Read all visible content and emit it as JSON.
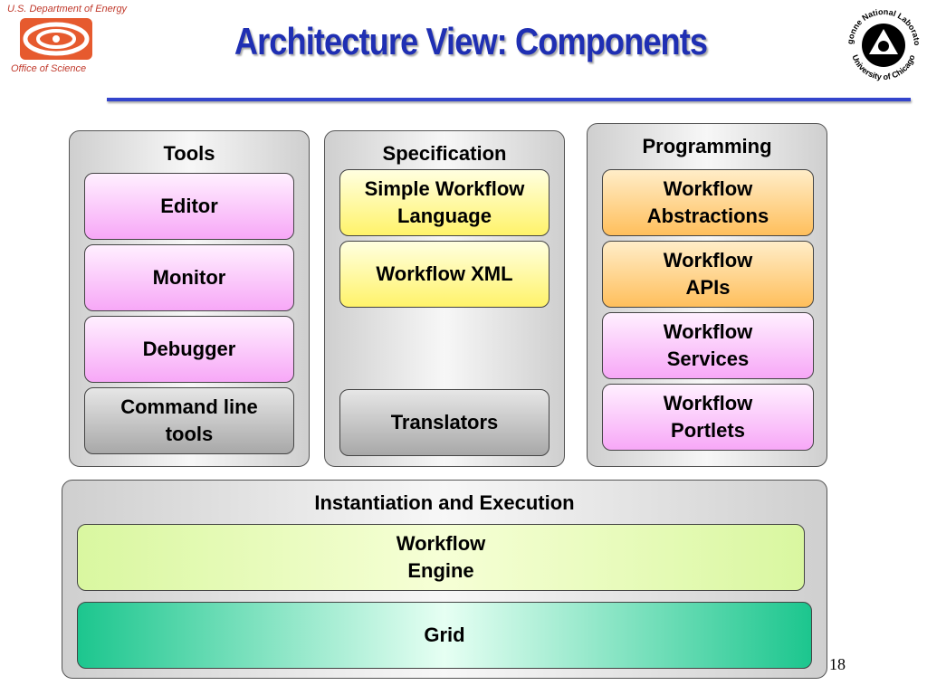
{
  "header": {
    "doe_top": "U.S. Department of Energy",
    "doe_bottom": "Office of Science",
    "title": "Architecture View: Components",
    "anl_ring_top": "Argonne National Laboratory",
    "anl_ring_bottom": "University of Chicago"
  },
  "panels": {
    "tools": {
      "title": "Tools",
      "items": [
        "Editor",
        "Monitor",
        "Debugger",
        "Command line tools"
      ]
    },
    "specification": {
      "title": "Specification",
      "items": [
        "Simple Workflow Language",
        "Workflow XML",
        "Translators"
      ]
    },
    "programming": {
      "title": "Programming",
      "items": [
        "Workflow Abstractions",
        "Workflow APIs",
        "Workflow Services",
        "Workflow Portlets"
      ]
    },
    "execution": {
      "title": "Instantiation and Execution",
      "items": [
        "Workflow Engine",
        "Grid"
      ]
    }
  },
  "colors": {
    "title": "#1f2fb3",
    "pink": "#f7a8f7",
    "gray": "#a8a8a8",
    "yellow": "#fff36a",
    "orange": "#ffbf5c",
    "lime": "#d9f7a0",
    "teal": "#1cc68e"
  },
  "footer": {
    "page_number": "18"
  }
}
